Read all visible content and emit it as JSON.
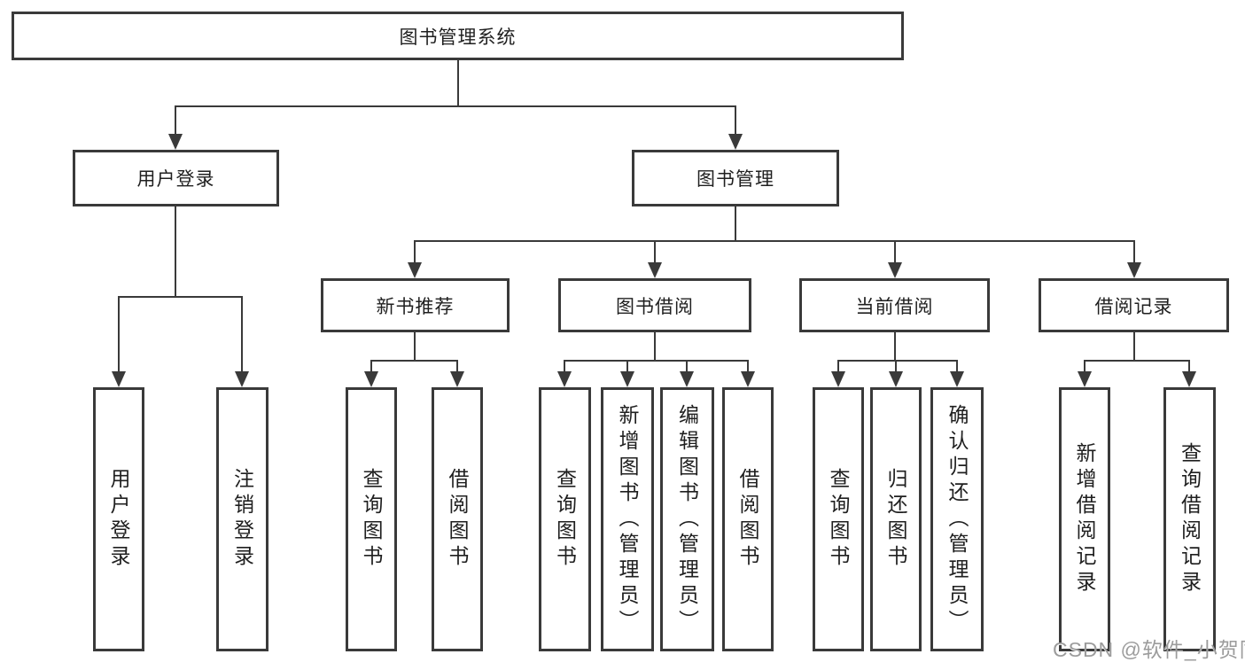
{
  "diagram": {
    "root": {
      "label": "图书管理系统"
    },
    "level2": [
      {
        "id": "user-login",
        "label": "用户登录"
      },
      {
        "id": "book-management",
        "label": "图书管理"
      }
    ],
    "level3": [
      {
        "id": "new-book-recommend",
        "label": "新书推荐"
      },
      {
        "id": "book-borrowing",
        "label": "图书借阅"
      },
      {
        "id": "current-borrowing",
        "label": "当前借阅"
      },
      {
        "id": "borrowing-records",
        "label": "借阅记录"
      }
    ],
    "leaves": {
      "user_login": [
        "用户登录",
        "注销登录"
      ],
      "new_book_recommend": [
        "查询图书",
        "借阅图书"
      ],
      "book_borrowing": [
        "查询图书",
        "新增图书（管理员）",
        "编辑图书（管理员）",
        "借阅图书"
      ],
      "current_borrowing": [
        "查询图书",
        "归还图书",
        "确认归还（管理员）"
      ],
      "borrowing_records": [
        "新增借阅记录",
        "查询借阅记录"
      ]
    }
  },
  "watermark": {
    "text": "CSDN @软件_小贺同学"
  },
  "colors": {
    "line": "#3a3a3a",
    "text": "#1f1f1f",
    "background": "#ffffff",
    "watermark": "#9c9c9c"
  }
}
